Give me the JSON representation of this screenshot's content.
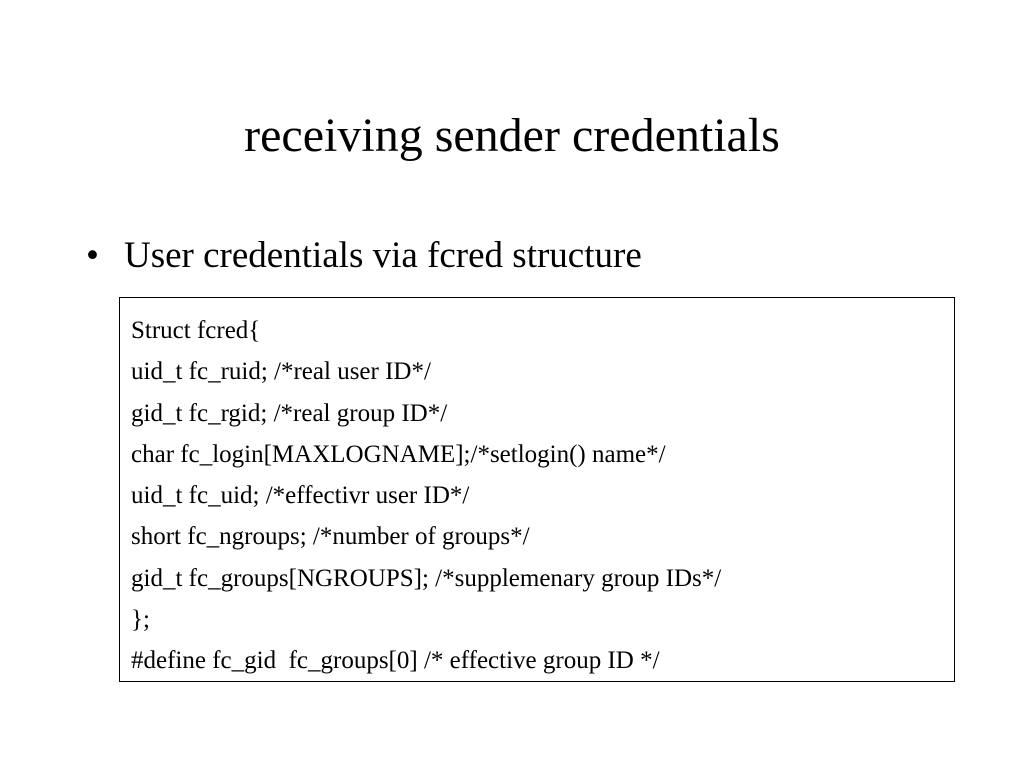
{
  "slide": {
    "title": "receiving sender credentials",
    "bullet_marker": "•",
    "bullet_text": "User credentials via fcred structure",
    "code_lines": [
      "Struct fcred{",
      "uid_t fc_ruid; /*real user ID*/",
      "gid_t fc_rgid; /*real group ID*/",
      "char fc_login[MAXLOGNAME];/*setlogin() name*/",
      "uid_t fc_uid; /*effectivr user ID*/",
      "short fc_ngroups; /*number of groups*/",
      "gid_t fc_groups[NGROUPS]; /*supplemenary group IDs*/",
      "};",
      "#define fc_gid  fc_groups[0] /* effective group ID */"
    ]
  }
}
